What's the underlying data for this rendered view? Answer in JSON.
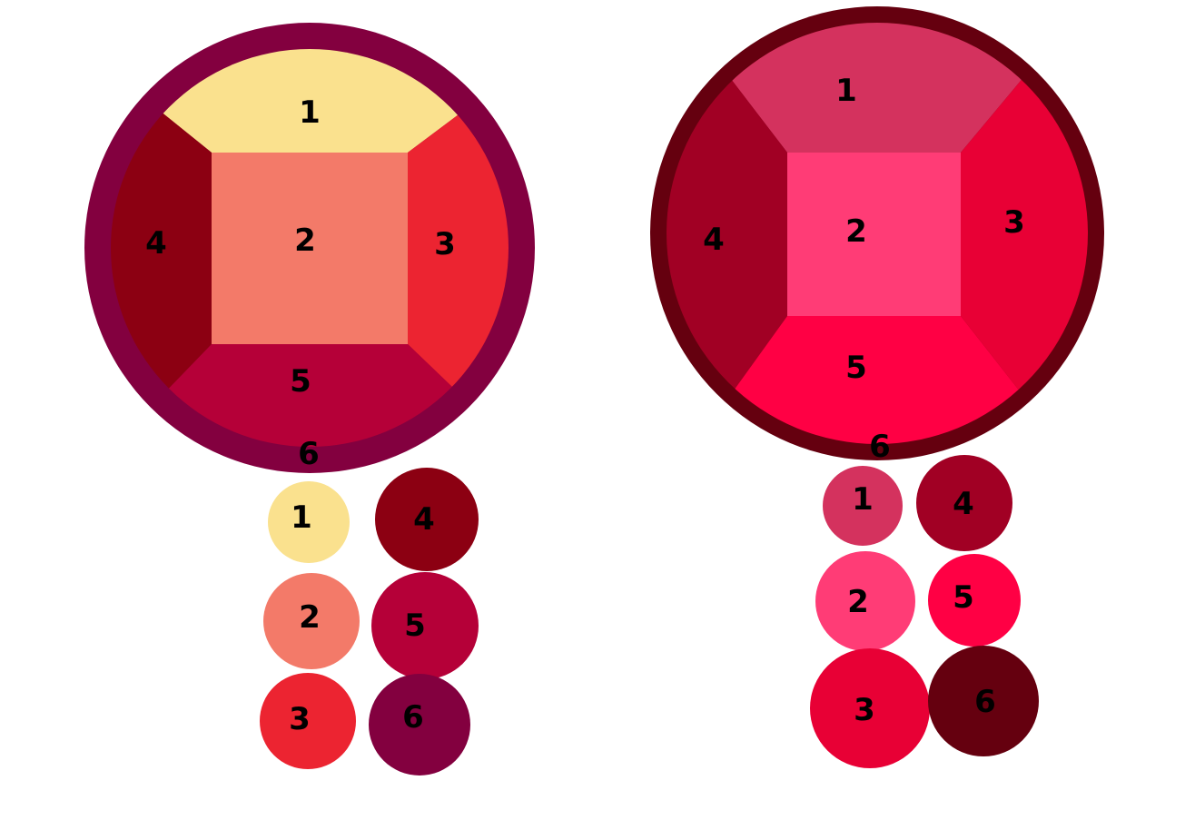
{
  "palettes": [
    {
      "id": "left",
      "gem": {
        "rim": {
          "label": "6",
          "color": "#83003F"
        },
        "facets": [
          {
            "label": "1",
            "color": "#FAE18E"
          },
          {
            "label": "2",
            "color": "#F37A69"
          },
          {
            "label": "3",
            "color": "#EC2431"
          },
          {
            "label": "4",
            "color": "#8C0012"
          },
          {
            "label": "5",
            "color": "#B50038"
          }
        ]
      },
      "swatches": [
        {
          "label": "1",
          "color": "#FAE18E"
        },
        {
          "label": "2",
          "color": "#F37A69"
        },
        {
          "label": "3",
          "color": "#EC2431"
        },
        {
          "label": "4",
          "color": "#8C0012"
        },
        {
          "label": "5",
          "color": "#B50038"
        },
        {
          "label": "6",
          "color": "#83003F"
        }
      ]
    },
    {
      "id": "right",
      "gem": {
        "rim": {
          "label": "6",
          "color": "#65000F"
        },
        "facets": [
          {
            "label": "1",
            "color": "#D4325E"
          },
          {
            "label": "2",
            "color": "#FF3C76"
          },
          {
            "label": "3",
            "color": "#E80035"
          },
          {
            "label": "4",
            "color": "#A10024"
          },
          {
            "label": "5",
            "color": "#FF0044"
          }
        ]
      },
      "swatches": [
        {
          "label": "1",
          "color": "#D4325E"
        },
        {
          "label": "2",
          "color": "#FF3C76"
        },
        {
          "label": "3",
          "color": "#E80035"
        },
        {
          "label": "4",
          "color": "#A10024"
        },
        {
          "label": "5",
          "color": "#FF0044"
        },
        {
          "label": "6",
          "color": "#65000F"
        }
      ]
    }
  ]
}
